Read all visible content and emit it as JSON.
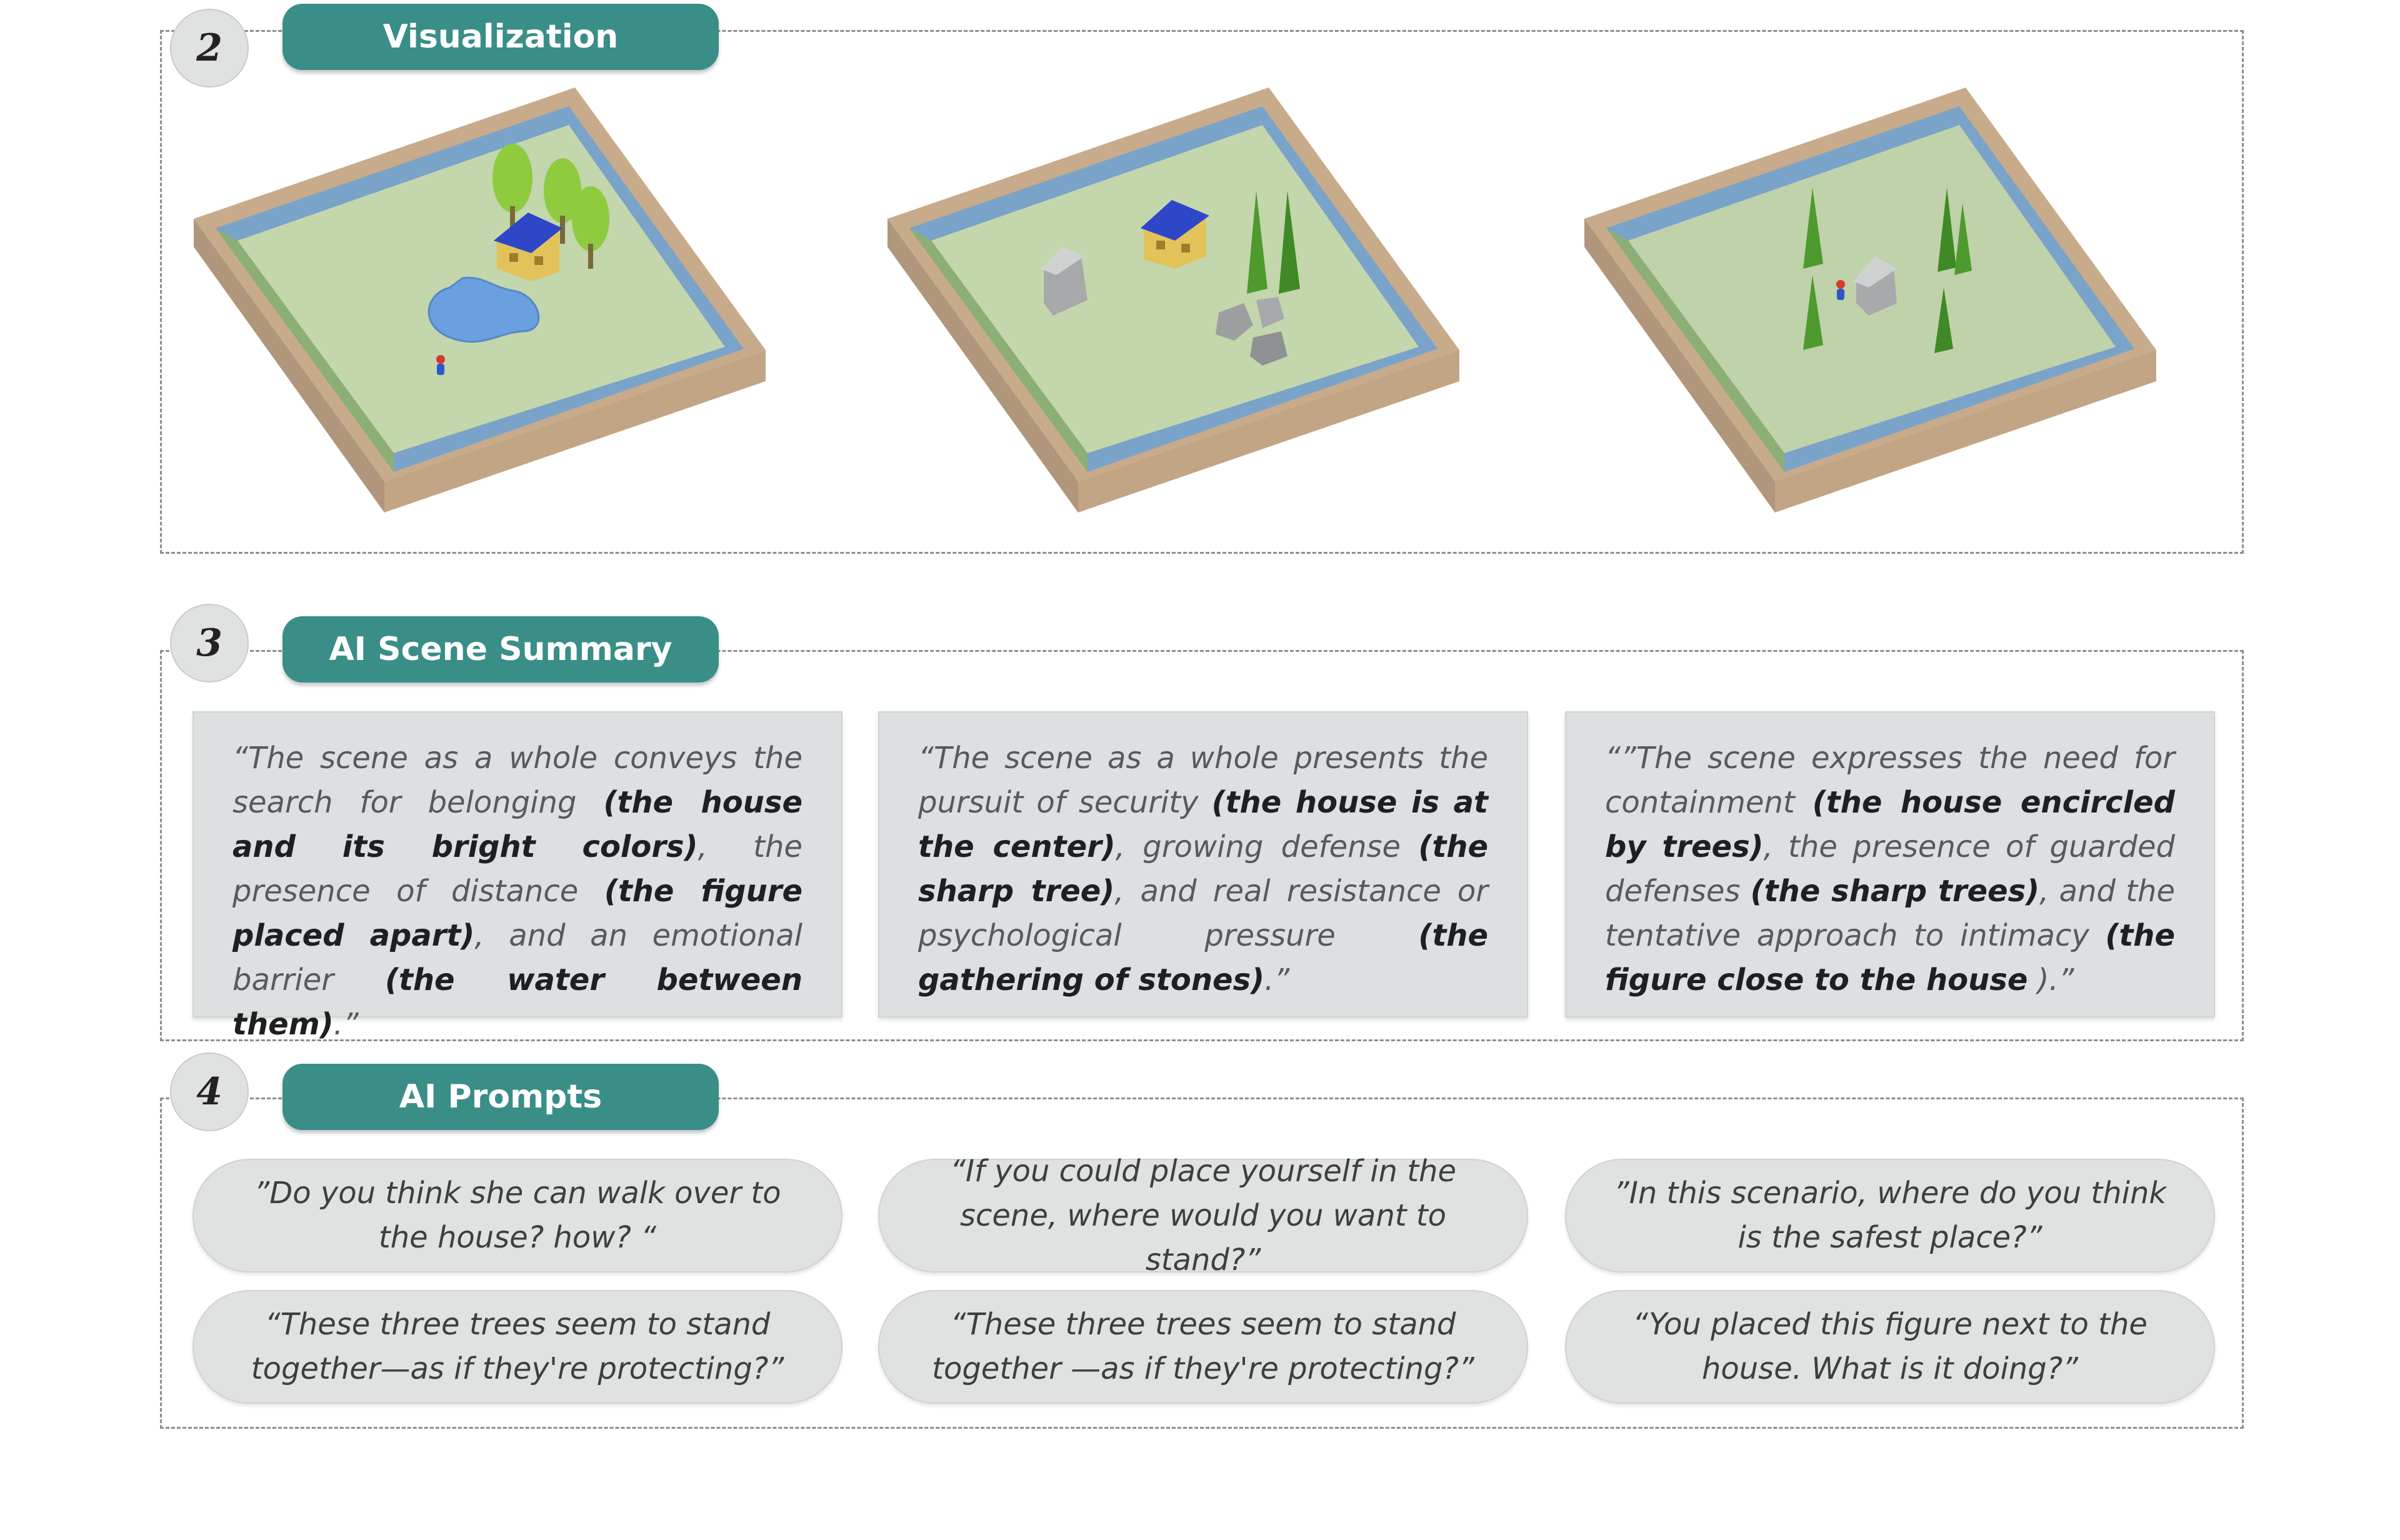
{
  "sections": {
    "visualization": {
      "number": "2",
      "title": "Visualization"
    },
    "summary": {
      "number": "3",
      "title": "AI Scene Summary"
    },
    "prompts": {
      "number": "4",
      "title": "AI Prompts"
    }
  },
  "summaries": [
    {
      "segments": [
        {
          "t": "“The scene as a whole conveys the search for belonging ",
          "b": false
        },
        {
          "t": "(the house and its bright colors)",
          "b": true
        },
        {
          "t": ", the presence of distance ",
          "b": false
        },
        {
          "t": "(the figure placed apart)",
          "b": true
        },
        {
          "t": ", and an emotional barrier ",
          "b": false
        },
        {
          "t": "(the water between them)",
          "b": true
        },
        {
          "t": ".”",
          "b": false
        }
      ]
    },
    {
      "segments": [
        {
          "t": "“The scene as a whole presents the pursuit of security ",
          "b": false
        },
        {
          "t": "(the house is at the center)",
          "b": true
        },
        {
          "t": ", growing defense ",
          "b": false
        },
        {
          "t": "(the sharp tree)",
          "b": true
        },
        {
          "t": ", and real resistance or psychological pressure ",
          "b": false
        },
        {
          "t": "(the gathering of stones)",
          "b": true
        },
        {
          "t": ".”",
          "b": false
        }
      ]
    },
    {
      "segments": [
        {
          "t": "“”The scene expresses the need for containment ",
          "b": false
        },
        {
          "t": "(the house encircled by trees)",
          "b": true
        },
        {
          "t": ", the presence of guarded defenses ",
          "b": false
        },
        {
          "t": "(the sharp trees)",
          "b": true
        },
        {
          "t": ", and the tentative approach to intimacy ",
          "b": false
        },
        {
          "t": "(the figure close to the house",
          "b": true
        },
        {
          "t": " ).”",
          "b": false
        }
      ]
    }
  ],
  "prompts": [
    "”Do you think she can walk over to the house? how? “",
    "“If you could place yourself in the scene, where would you want to stand?”",
    "”In this scenario, where do you think is the safest place?”",
    "“These three trees seem to stand together—as if they're protecting?”",
    "“These three trees seem to stand together —as if they're protecting?”",
    "“You placed this figure next to the house. What is it doing?”"
  ],
  "colors": {
    "accent": "#3a8e88",
    "sand": "#c8ab8b",
    "water": "#7aa3c9",
    "grass": "#c3d6ac",
    "house_roof": "#2d47c8",
    "house_wall": "#e3c25a",
    "tree": "#4f9a2e"
  }
}
